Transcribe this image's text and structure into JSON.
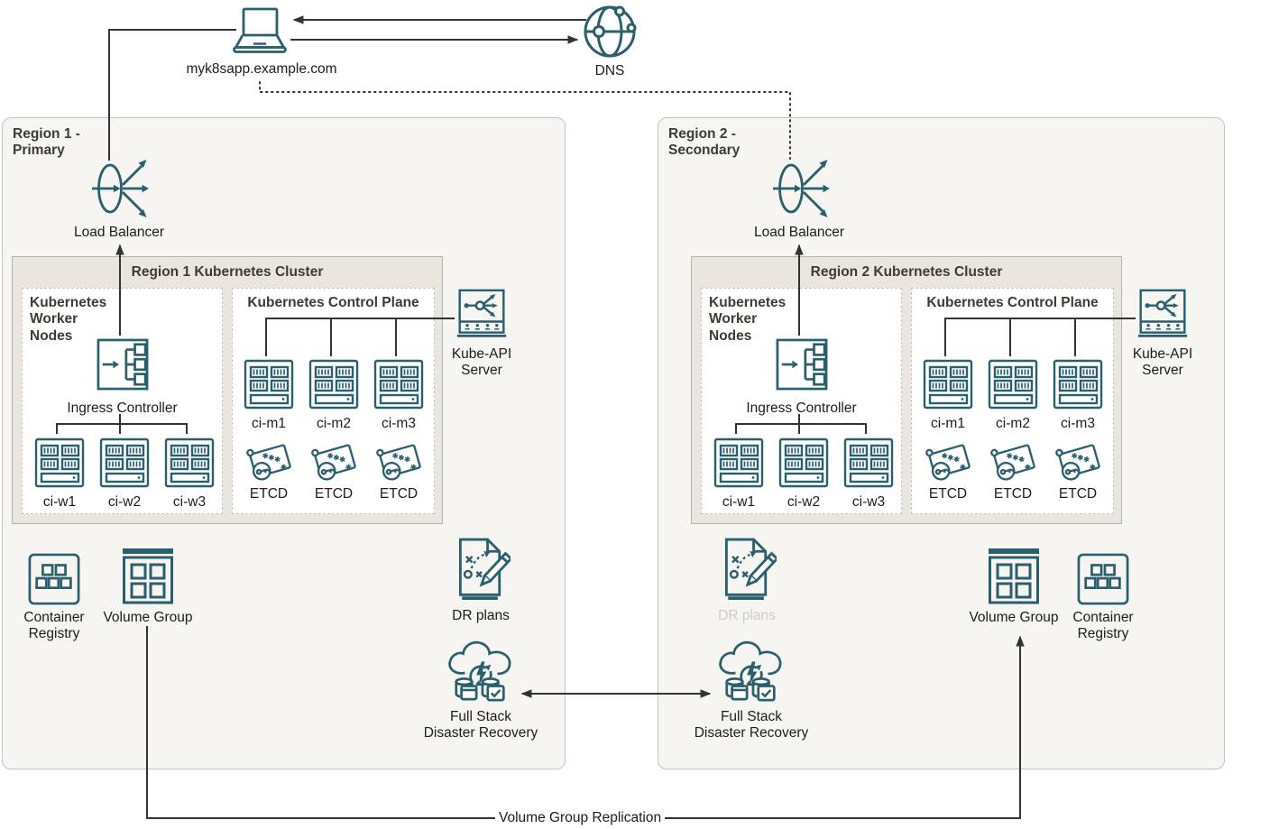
{
  "top": {
    "client_label": "myk8sapp.example.com",
    "dns_label": "DNS"
  },
  "labels": {
    "volume_group_replication": "Volume Group Replication"
  },
  "palette": {
    "teal": "#2a5f6d",
    "muted_icon": "#d9d7d3",
    "line": "#333333",
    "region_bg": "#f6f5f1",
    "cluster_bg": "#e9e6e0"
  },
  "regions": [
    {
      "title_line1": "Region 1 -",
      "title_line2": "Primary",
      "load_balancer": "Load Balancer",
      "cluster_title": "Region 1 Kubernetes Cluster",
      "worker_title_l1": "Kubernetes",
      "worker_title_l2": "Worker",
      "worker_title_l3": "Nodes",
      "ingress": "Ingress Controller",
      "workers": [
        "ci-w1",
        "ci-w2",
        "ci-w3"
      ],
      "control_title": "Kubernetes Control Plane",
      "masters": [
        "ci-m1",
        "ci-m2",
        "ci-m3"
      ],
      "etcd": "ETCD",
      "kube_api_l1": "Kube-API",
      "kube_api_l2": "Server",
      "registry_l1": "Container",
      "registry_l2": "Registry",
      "volume_group": "Volume Group",
      "dr_plans": "DR plans",
      "fsdr_l1": "Full Stack",
      "fsdr_l2": "Disaster Recovery"
    },
    {
      "title_line1": "Region 2 -",
      "title_line2": "Secondary",
      "load_balancer": "Load Balancer",
      "cluster_title": "Region 2 Kubernetes Cluster",
      "worker_title_l1": "Kubernetes",
      "worker_title_l2": "Worker",
      "worker_title_l3": "Nodes",
      "ingress": "Ingress Controller",
      "workers": [
        "ci-w1",
        "ci-w2",
        "ci-w3"
      ],
      "control_title": "Kubernetes Control Plane",
      "masters": [
        "ci-m1",
        "ci-m2",
        "ci-m3"
      ],
      "etcd": "ETCD",
      "kube_api_l1": "Kube-API",
      "kube_api_l2": "Server",
      "registry_l1": "Container",
      "registry_l2": "Registry",
      "volume_group": "Volume Group",
      "dr_plans": "DR plans",
      "fsdr_l1": "Full Stack",
      "fsdr_l2": "Disaster Recovery"
    }
  ]
}
